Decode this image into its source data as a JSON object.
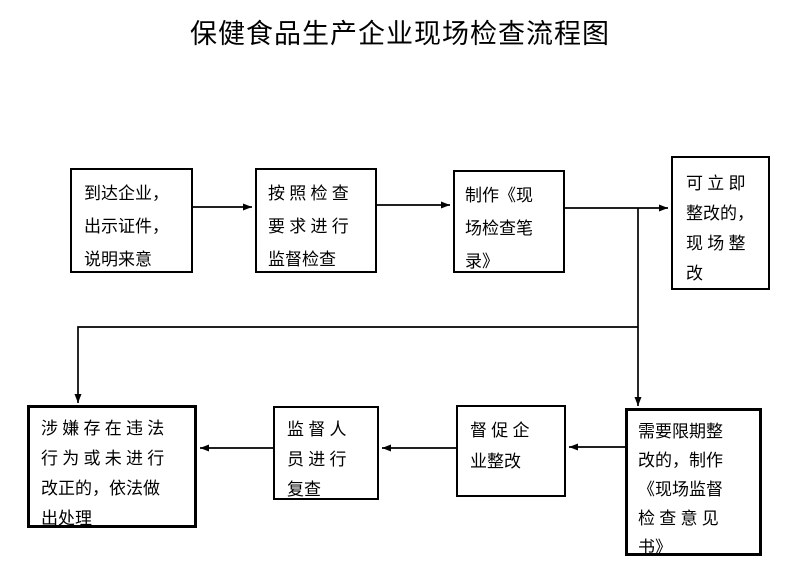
{
  "title": "保健食品生产企业现场检查流程图",
  "flowchart": {
    "background": "#ffffff",
    "box_border_color": "#000000",
    "line_color": "#000000",
    "nodes": [
      {
        "id": "arrive",
        "text": "到达企业，\n出示证件，\n说明来意"
      },
      {
        "id": "inspect",
        "text": "按 照 检 查\n要 求 进 行\n监督检查"
      },
      {
        "id": "record",
        "text": "制作《现\n场检查笔\n录》"
      },
      {
        "id": "onsite-rectify",
        "text": "可 立 即\n整改的，\n现 场 整\n改"
      },
      {
        "id": "deadline-rectify",
        "text": "需要限期整\n改的，制作\n《现场监督\n检 查 意 见\n书》"
      },
      {
        "id": "urge-rectify",
        "text": "督 促 企\n业整改"
      },
      {
        "id": "staff-recheck",
        "text": "监 督 人\n员 进 行\n复查"
      },
      {
        "id": "handle-by-law",
        "text": "涉 嫌 存 在 违 法\n行 为 或 未 进 行\n改正的，依法做\n出处理"
      }
    ]
  }
}
